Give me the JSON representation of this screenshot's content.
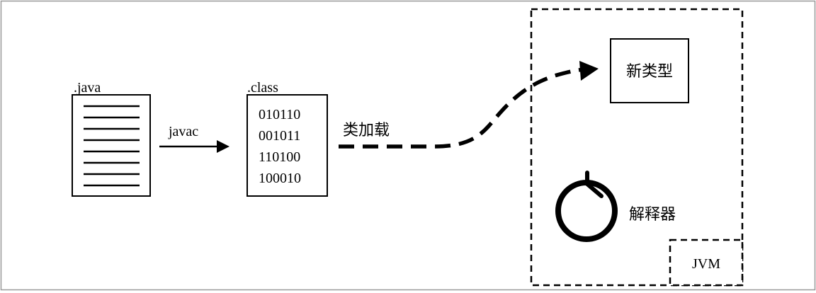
{
  "diagram": {
    "java_file": {
      "label": ".java"
    },
    "compile_arrow": {
      "label": "javac"
    },
    "class_file": {
      "label": ".class",
      "lines": [
        "010110",
        "001011",
        "110100",
        "100010"
      ]
    },
    "class_loading": {
      "label": "类加载"
    },
    "new_type": {
      "label": "新类型"
    },
    "interpreter": {
      "label": "解释器"
    },
    "jvm": {
      "label": "JVM"
    }
  },
  "colors": {
    "stroke": "#000000",
    "background": "#ffffff",
    "frame": "#9a9a9a"
  }
}
